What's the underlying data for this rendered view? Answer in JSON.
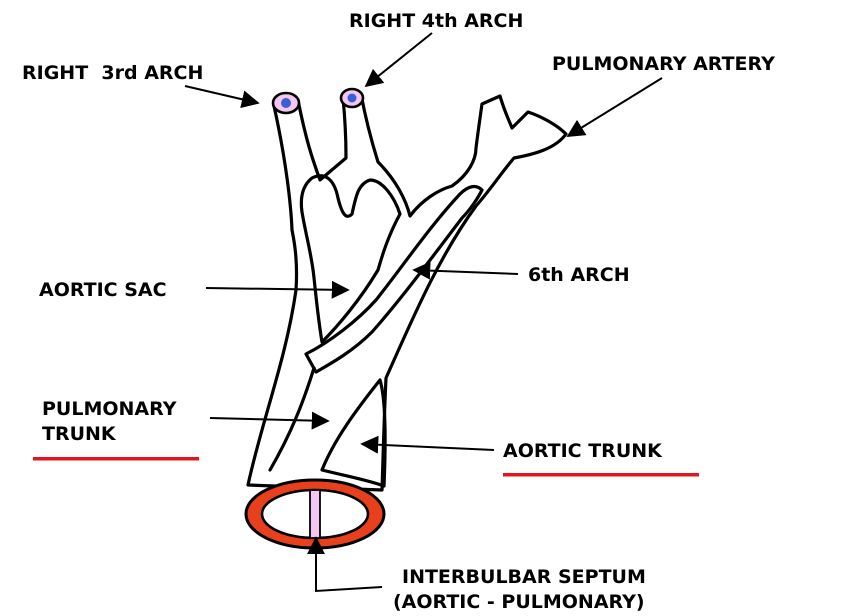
{
  "labels": {
    "right_4th_arch": "RIGHT 4th ARCH",
    "right_3rd_arch": "RIGHT  3rd ARCH",
    "pulmonary_artery": "PULMONARY ARTERY",
    "aortic_sac": "AORTIC SAC",
    "sixth_arch": "6th ARCH",
    "pulmonary_trunk_line1": "PULMONARY",
    "pulmonary_trunk_line2": "TRUNK",
    "aortic_trunk": "AORTIC TRUNK",
    "septum_line1": "INTERBULBAR SEPTUM",
    "septum_line2": "(AORTIC - PULMONARY)"
  },
  "colors": {
    "outline": "#000000",
    "ring": "#e8401c",
    "vessel_lumen": "#3a5fd0",
    "arch_tip": "#f4c6f2",
    "septum": "#f4c6f2",
    "underline": "#e3161b",
    "background": "#ffffff"
  }
}
